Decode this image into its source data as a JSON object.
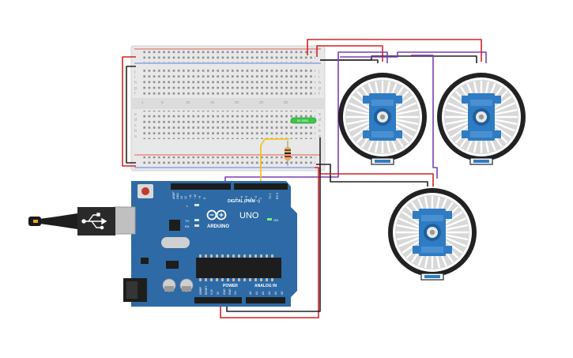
{
  "board": {
    "name": "UNO",
    "brand": "ARDUINO",
    "digital_label": "DIGITAL (PWM ~)",
    "power_label": "POWER",
    "analog_label": "ANALOG IN",
    "on_label": "ON",
    "tx_label": "TX",
    "rx_label": "RX",
    "l_label": "L",
    "digital_pins": [
      "AREF",
      "GND",
      "13",
      "12",
      "~11",
      "~10",
      "~9",
      "8",
      "7",
      "~6",
      "~5",
      "4",
      "~3",
      "2",
      "TX 1",
      "RX 0"
    ],
    "power_pins": [
      "IOREF",
      "RESET",
      "3.3V",
      "5V",
      "GND",
      "GND",
      "Vin"
    ],
    "analog_pins": [
      "A0",
      "A1",
      "A2",
      "A3",
      "A4",
      "A5"
    ]
  },
  "breadboard": {
    "row_letters_top": [
      "j",
      "i",
      "h",
      "g",
      "f"
    ],
    "row_letters_bottom": [
      "e",
      "d",
      "c",
      "b",
      "a"
    ],
    "column_numbers": [
      "1",
      "5",
      "10",
      "15",
      "20",
      "25",
      "30"
    ]
  },
  "led_label": "5V 150Ω",
  "colors": {
    "board_blue": "#2e6aa5",
    "wire_red": "#d32222",
    "wire_black": "#222222",
    "wire_purple": "#7b3fb0",
    "wire_yellow": "#f2c200",
    "servo_blue": "#2f7cc4",
    "wheel_black": "#222222"
  },
  "icons": [
    "usb-cable-icon",
    "servo-icon",
    "wheel-icon",
    "resistor-icon",
    "led-icon"
  ]
}
